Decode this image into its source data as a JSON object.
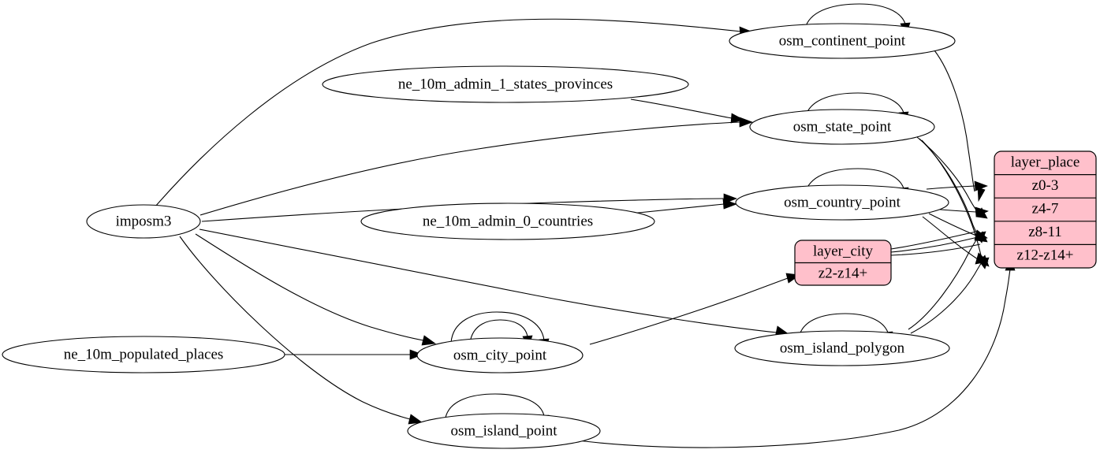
{
  "diagram": {
    "type": "directed-graph",
    "title": "",
    "background_color": "#ffffff",
    "edge_color": "#000000",
    "record_fill_color": "#ffc0cb",
    "ellipse_fill_color": "#ffffff"
  },
  "nodes": {
    "imposm3": {
      "label": "imposm3",
      "shape": "ellipse"
    },
    "ne_10m_admin_1_states_provinces": {
      "label": "ne_10m_admin_1_states_provinces",
      "shape": "ellipse"
    },
    "ne_10m_admin_0_countries": {
      "label": "ne_10m_admin_0_countries",
      "shape": "ellipse"
    },
    "ne_10m_populated_places": {
      "label": "ne_10m_populated_places",
      "shape": "ellipse"
    },
    "osm_continent_point": {
      "label": "osm_continent_point",
      "shape": "ellipse"
    },
    "osm_state_point": {
      "label": "osm_state_point",
      "shape": "ellipse"
    },
    "osm_country_point": {
      "label": "osm_country_point",
      "shape": "ellipse"
    },
    "osm_city_point": {
      "label": "osm_city_point",
      "shape": "ellipse"
    },
    "osm_island_point": {
      "label": "osm_island_point",
      "shape": "ellipse"
    },
    "osm_island_polygon": {
      "label": "osm_island_polygon",
      "shape": "ellipse"
    },
    "layer_city": {
      "shape": "record",
      "header": "layer_city",
      "rows": [
        "z2-z14+"
      ]
    },
    "layer_place": {
      "shape": "record",
      "header": "layer_place",
      "rows": [
        "z0-3",
        "z4-7",
        "z8-11",
        "z12-z14+"
      ]
    }
  },
  "edges": [
    {
      "from": "imposm3",
      "to": "osm_continent_point"
    },
    {
      "from": "imposm3",
      "to": "osm_state_point"
    },
    {
      "from": "imposm3",
      "to": "osm_country_point"
    },
    {
      "from": "imposm3",
      "to": "osm_city_point"
    },
    {
      "from": "imposm3",
      "to": "osm_island_point"
    },
    {
      "from": "imposm3",
      "to": "osm_island_polygon"
    },
    {
      "from": "ne_10m_admin_1_states_provinces",
      "to": "osm_state_point"
    },
    {
      "from": "ne_10m_admin_0_countries",
      "to": "osm_country_point"
    },
    {
      "from": "ne_10m_populated_places",
      "to": "osm_city_point"
    },
    {
      "from": "osm_continent_point",
      "to": "osm_continent_point"
    },
    {
      "from": "osm_state_point",
      "to": "osm_state_point"
    },
    {
      "from": "osm_country_point",
      "to": "osm_country_point"
    },
    {
      "from": "osm_city_point",
      "to": "osm_city_point"
    },
    {
      "from": "osm_city_point",
      "to": "osm_city_point"
    },
    {
      "from": "osm_island_point",
      "to": "osm_island_point"
    },
    {
      "from": "osm_island_polygon",
      "to": "osm_island_polygon"
    },
    {
      "from": "osm_continent_point",
      "to": "layer_place.z0-3"
    },
    {
      "from": "osm_state_point",
      "to": "layer_place.z4-7"
    },
    {
      "from": "osm_state_point",
      "to": "layer_place.z8-11"
    },
    {
      "from": "osm_state_point",
      "to": "layer_place.z12-z14+"
    },
    {
      "from": "osm_country_point",
      "to": "layer_place.z0-3"
    },
    {
      "from": "osm_country_point",
      "to": "layer_place.z4-7"
    },
    {
      "from": "osm_country_point",
      "to": "layer_place.z8-11"
    },
    {
      "from": "osm_country_point",
      "to": "layer_place.z12-z14+"
    },
    {
      "from": "osm_city_point",
      "to": "layer_city.z2-z14+"
    },
    {
      "from": "osm_island_polygon",
      "to": "layer_place.z8-11"
    },
    {
      "from": "osm_island_polygon",
      "to": "layer_place.z12-z14+"
    },
    {
      "from": "osm_island_point",
      "to": "layer_place.z12-z14+"
    }
  ]
}
